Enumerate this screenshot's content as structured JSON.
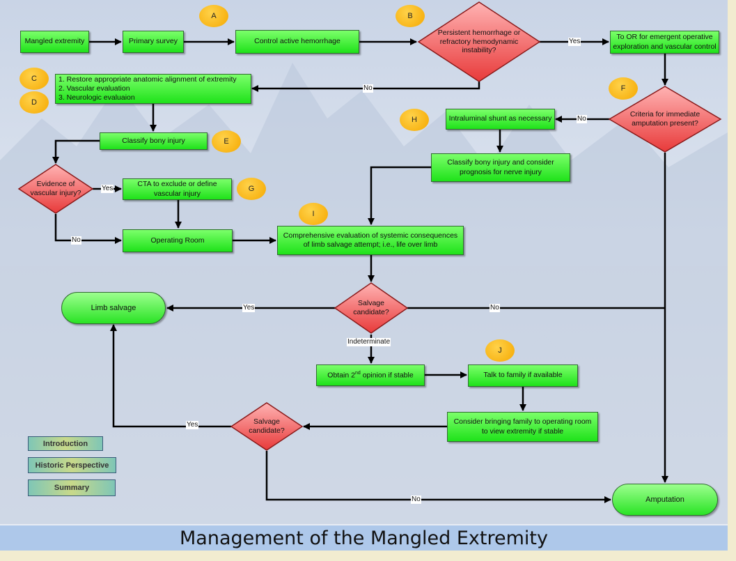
{
  "title": "Management of the Mangled Extremity",
  "nodes": {
    "mangled": "Mangled extremity",
    "primary": "Primary survey",
    "control": "Control active hemorrhage",
    "persistent": "Persistent hemorrhage or refractory hemodynamic instability?",
    "to_or": "To OR for emergent operative exploration and vascular control",
    "restore1": "1. Restore appropriate anatomic alignment of extremity",
    "restore2": "2. Vascular evaluation",
    "restore3": "3. Neurologic evaluaion",
    "criteria": "Criteria for immediate amputation present?",
    "shunt": "Intraluminal shunt as necessary",
    "classify_bony": "Classify bony injury",
    "classify_nerve": "Classify bony injury and consider prognosis for nerve injury",
    "evidence": "Evidence of vascular injury?",
    "cta": "CTA to exclude or define vascular injury",
    "operating_room": "Operating Room",
    "comprehensive": "Comprehensive evaluation of systemic consequences of limb salvage attempt; i.e., life over limb",
    "salvage1": "Salvage candidate?",
    "limb_salvage": "Limb salvage",
    "second_opinion_pre": "Obtain 2",
    "second_opinion_sup": "nd",
    "second_opinion_post": " opinion if stable",
    "talk_family": "Talk to family if available",
    "bring_family": "Consider bringing family to operating room to view extremity if stable",
    "salvage2": "Salvage candidate?",
    "amputation": "Amputation"
  },
  "markers": {
    "a": "A",
    "b": "B",
    "c": "C",
    "d": "D",
    "e": "E",
    "f": "F",
    "g": "G",
    "h": "H",
    "i": "I",
    "j": "J"
  },
  "edge_labels": {
    "yes_to_or": "Yes",
    "no_restore": "No",
    "no_shunt": "No",
    "yes_cta": "Yes",
    "no_or": "No",
    "yes_limb": "Yes",
    "no_amp": "No",
    "indeterminate": "Indeterminate",
    "yes_limb2": "Yes",
    "no_amp2": "No"
  },
  "nav": {
    "introduction": "Introduction",
    "historic": "Historic Perspective",
    "summary": "Summary"
  },
  "colors": {
    "box_green": "#22e61c",
    "diamond_red": "#f05a5a",
    "marker_orange": "#f5a800",
    "title_bar": "#aec8ea"
  }
}
